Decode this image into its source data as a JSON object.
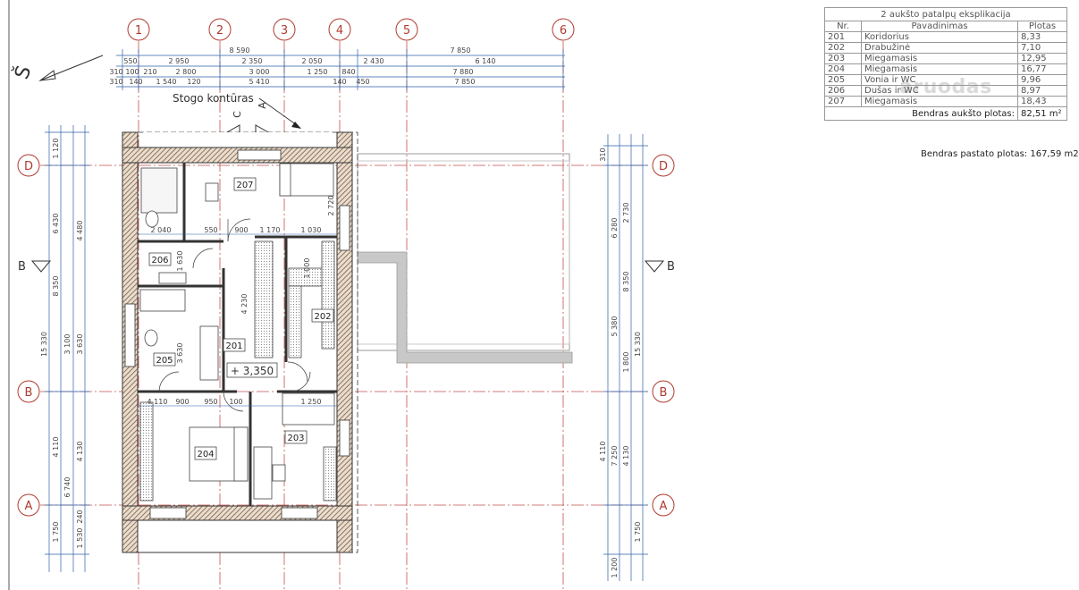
{
  "axes_vertical": [
    "1",
    "2",
    "3",
    "4",
    "5",
    "6"
  ],
  "axes_horizontal": [
    "D",
    "B",
    "A"
  ],
  "section_marks": {
    "left": "B",
    "right": "B",
    "top_left": "C",
    "top_right": "A"
  },
  "north_label": "Š",
  "roof_note": "Stogo kontūras",
  "level_mark": "+ 3,350",
  "rooms": [
    "207",
    "206",
    "202",
    "201",
    "205",
    "204",
    "203"
  ],
  "dims_top": {
    "row1": [
      "8 590",
      "7 850"
    ],
    "row2": [
      "550",
      "2 950",
      "2 350",
      "2 050",
      "2 430",
      "6 140"
    ],
    "row3": [
      "310",
      "100",
      "210",
      "2 800",
      "3 000",
      "1 250",
      "840",
      "7 880"
    ],
    "row4": [
      "310",
      "140",
      "1 540",
      "120",
      "5 410",
      "140",
      "450",
      "7 850"
    ]
  },
  "dims_left": [
    "1 120",
    "6 430",
    "8 350",
    "15 330",
    "4 480",
    "3 100",
    "3 630",
    "4 110",
    "6 740",
    "1 750",
    "4 130",
    "1 530",
    "240"
  ],
  "dims_right": [
    "310",
    "2 730",
    "6 280",
    "8 350",
    "5 380",
    "15 330",
    "1 800",
    "4 110",
    "7 250",
    "4 130",
    "1 750",
    "1 200"
  ],
  "dims_inner": [
    "2 040",
    "550",
    "900",
    "1 170",
    "1 030",
    "1 630",
    "4 230",
    "3 630",
    "900",
    "950",
    "100",
    "1 250",
    "2 720",
    "1 000",
    "4 110"
  ],
  "legend": {
    "title": "2 aukšto patalpų eksplikacija",
    "headers": [
      "Nr.",
      "Pavadinimas",
      "Plotas"
    ],
    "rows": [
      {
        "nr": "201",
        "name": "Koridorius",
        "area": "8,33"
      },
      {
        "nr": "202",
        "name": "Drabužinė",
        "area": "7,10"
      },
      {
        "nr": "203",
        "name": "Miegamasis",
        "area": "12,95"
      },
      {
        "nr": "204",
        "name": "Miegamasis",
        "area": "16,77"
      },
      {
        "nr": "205",
        "name": "Vonia ir WC",
        "area": "9,96"
      },
      {
        "nr": "206",
        "name": "Dušas ir WC",
        "area": "8,97"
      },
      {
        "nr": "207",
        "name": "Miegamasis",
        "area": "18,43"
      }
    ],
    "total_floor_label": "Bendras aukšto plotas:",
    "total_floor_value": "82,51 m²",
    "total_building_label": "Bendras pastato plotas:",
    "total_building_value": "167,59 m2"
  },
  "watermark": "aruodas",
  "colors": {
    "axis": "#b03a2e",
    "dim": "#2e5fa8",
    "wall": "#444444",
    "hatch": "#8c6a4a",
    "terrace": "#c8c8c8"
  }
}
